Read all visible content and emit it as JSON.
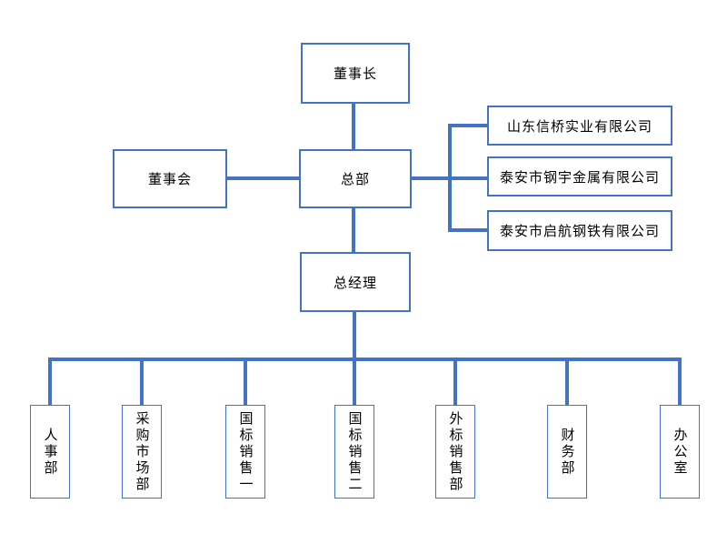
{
  "colors": {
    "background": "#ffffff",
    "border": "#4472C4",
    "line": "#4472C4",
    "text": "#000000"
  },
  "nodes": {
    "chairman": {
      "label": "董事长"
    },
    "board": {
      "label": "董事会"
    },
    "headquarters": {
      "label": "总部"
    },
    "general_manager": {
      "label": "总经理"
    },
    "subsidiaries": [
      {
        "label": "山东信桥实业有限公司"
      },
      {
        "label": "泰安市钢宇金属有限公司"
      },
      {
        "label": "泰安市启航钢铁有限公司"
      }
    ],
    "departments": [
      {
        "label": "人事部"
      },
      {
        "label": "采购市场部"
      },
      {
        "label": "国标销售一"
      },
      {
        "label": "国标销售二"
      },
      {
        "label": "外标销售部"
      },
      {
        "label": "财务部"
      },
      {
        "label": "办公室"
      }
    ]
  },
  "edges": [
    {
      "from": "chairman",
      "to": "headquarters"
    },
    {
      "from": "board",
      "to": "headquarters"
    },
    {
      "from": "headquarters",
      "to": "subsidiaries.0"
    },
    {
      "from": "headquarters",
      "to": "subsidiaries.1"
    },
    {
      "from": "headquarters",
      "to": "subsidiaries.2"
    },
    {
      "from": "headquarters",
      "to": "general_manager"
    },
    {
      "from": "general_manager",
      "to": "departments.0"
    },
    {
      "from": "general_manager",
      "to": "departments.1"
    },
    {
      "from": "general_manager",
      "to": "departments.2"
    },
    {
      "from": "general_manager",
      "to": "departments.3"
    },
    {
      "from": "general_manager",
      "to": "departments.4"
    },
    {
      "from": "general_manager",
      "to": "departments.5"
    },
    {
      "from": "general_manager",
      "to": "departments.6"
    }
  ]
}
